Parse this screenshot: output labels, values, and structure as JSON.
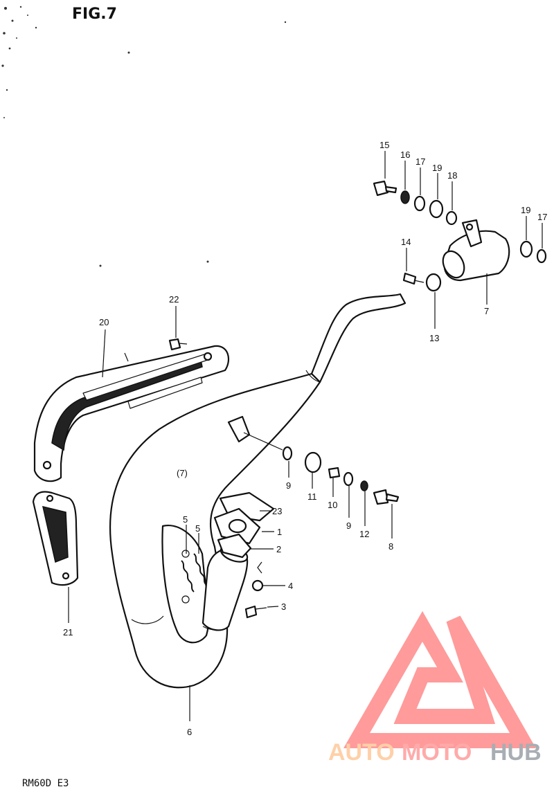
{
  "figure": {
    "title": "FIG.7",
    "model_code": "RM60D E3"
  },
  "watermark": {
    "part1": "AUTO",
    "part2": "MOTO",
    "part3": "HUB",
    "color_part1": "#ffc89a",
    "color_part2": "#ff9c9c",
    "color_part3": "#9aa0a6",
    "logo_color": "#ff8a8a"
  },
  "callouts": [
    {
      "id": "c15",
      "label": "15"
    },
    {
      "id": "c16",
      "label": "16"
    },
    {
      "id": "c17a",
      "label": "17"
    },
    {
      "id": "c19a",
      "label": "19"
    },
    {
      "id": "c18",
      "label": "18"
    },
    {
      "id": "c19b",
      "label": "19"
    },
    {
      "id": "c17b",
      "label": "17"
    },
    {
      "id": "c14",
      "label": "14"
    },
    {
      "id": "c7",
      "label": "7"
    },
    {
      "id": "c13",
      "label": "13"
    },
    {
      "id": "c22",
      "label": "22"
    },
    {
      "id": "c20",
      "label": "20"
    },
    {
      "id": "c9a",
      "label": "9"
    },
    {
      "id": "c11",
      "label": "11"
    },
    {
      "id": "c10",
      "label": "10"
    },
    {
      "id": "c9b",
      "label": "9"
    },
    {
      "id": "c12",
      "label": "12"
    },
    {
      "id": "c8",
      "label": "8"
    },
    {
      "id": "c23",
      "label": "23"
    },
    {
      "id": "c1",
      "label": "1"
    },
    {
      "id": "c2",
      "label": "2"
    },
    {
      "id": "c5a",
      "label": "5"
    },
    {
      "id": "c5b",
      "label": "5"
    },
    {
      "id": "c4",
      "label": "4"
    },
    {
      "id": "c3",
      "label": "3"
    },
    {
      "id": "c21",
      "label": "21"
    },
    {
      "id": "c6",
      "label": "6"
    }
  ],
  "annotation_text": "(7)"
}
